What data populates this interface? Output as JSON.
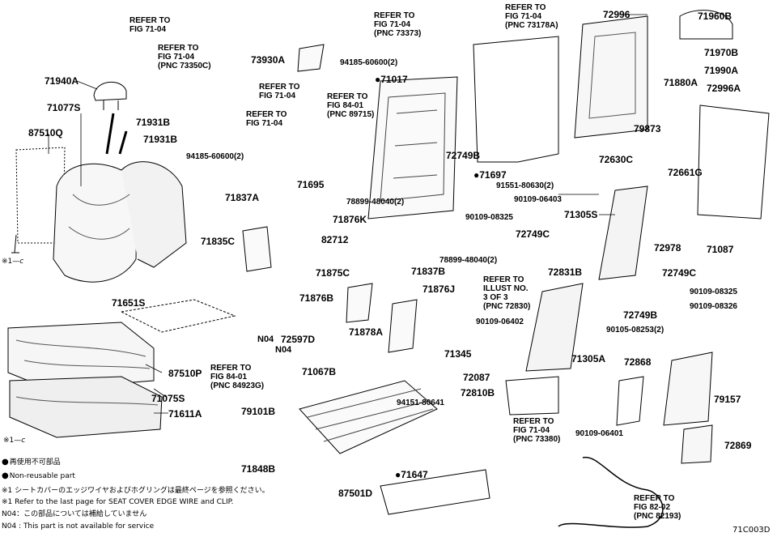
{
  "diagram_code": "71C003D",
  "footnote_marker": "※1",
  "footnote_marker_suffix": "c",
  "parts": {
    "p71960B": "71960B",
    "p72996": "72996",
    "p71970B": "71970B",
    "p71990A": "71990A",
    "p72996A": "72996A",
    "p71880A": "71880A",
    "p79873": "79873",
    "p71087": "71087",
    "p72661G": "72661G",
    "p72978": "72978",
    "p72630C": "72630C",
    "p71305S": "71305S",
    "p72749C_a": "72749C",
    "p72749C_b": "72749C",
    "p72749B_a": "72749B",
    "p72749B_b": "72749B",
    "p71697": "●71697",
    "p71017": "●71017",
    "p71647": "●71647",
    "p91551": "91551-80630(2)",
    "p90109_06403": "90109-06403",
    "p90109_08325a": "90109-08325",
    "p90109_08325b": "90109-08325",
    "p90109_08326": "90109-08326",
    "p90105": "90105-08253(2)",
    "p72831B": "72831B",
    "p78899a": "78899-48040(2)",
    "p78899b": "78899-48040(2)",
    "p71876K": "71876K",
    "p82712": "82712",
    "p71695": "71695",
    "p94185a": "94185-60600(2)",
    "p94185b": "94185-60600(2)",
    "p73930A": "73930A",
    "p71940A": "71940A",
    "p71077S": "71077S",
    "p71931Ba": "71931B",
    "p71931Bb": "71931B",
    "p87510Q": "87510Q",
    "p71651S": "71651S",
    "p71837A": "71837A",
    "p71835C": "71835C",
    "p71875C": "71875C",
    "p71837B": "71837B",
    "p71876J": "71876J",
    "p71876B": "71876B",
    "p71878A": "71878A",
    "p87510P": "87510P",
    "p71075S": "71075S",
    "p71611A": "71611A",
    "p72597D": "72597D",
    "pN04a": "N04",
    "pN04b": "N04",
    "p71067B": "71067B",
    "p79101B": "79101B",
    "p94151": "94151-80641",
    "p71848B": "71848B",
    "p87501D": "87501D",
    "p90109_06402": "90109-06402",
    "p71345": "71345",
    "p72087": "72087",
    "p72810B": "72810B",
    "p71305A": "71305A",
    "p72868": "72868",
    "p79157": "79157",
    "p72869": "72869",
    "p90109_06401": "90109-06401"
  },
  "refs": {
    "r1": "REFER TO\nFIG 71-04",
    "r2": "REFER TO\nFIG 71-04\n(PNC 73350C)",
    "r3": "REFER TO\nFIG 71-04",
    "r4": "REFER TO\nFIG 71-04",
    "r5": "REFER TO\nFIG 71-04\n(PNC 73373)",
    "r6": "REFER TO\nFIG 71-04\n(PNC 73178A)",
    "r7": "REFER TO\nFIG 84-01\n(PNC 89715)",
    "r8": "REFER TO\nILLUST NO.\n3 OF 3\n(PNC 72830)",
    "r9": "REFER TO\nFIG 84-01\n(PNC 84923G)",
    "r10": "REFER TO\nFIG 71-04\n(PNC 73380)",
    "r11": "REFER TO\nFIG 82-02\n(PNC 82193)"
  },
  "legend": {
    "non_reusable_jp": "再使用不可部品",
    "non_reusable_en": "Non-reusable part",
    "note1_jp": "※1 シートカバーのエッジワイヤおよびホグリングは最終ページを参照ください。",
    "note1_en": "※1 Refer to the last page for SEAT COVER EDGE WIRE and CLIP.",
    "n04_jp": "N04：この部品については補給していません",
    "n04_en": "N04 : This part is not available for service"
  }
}
